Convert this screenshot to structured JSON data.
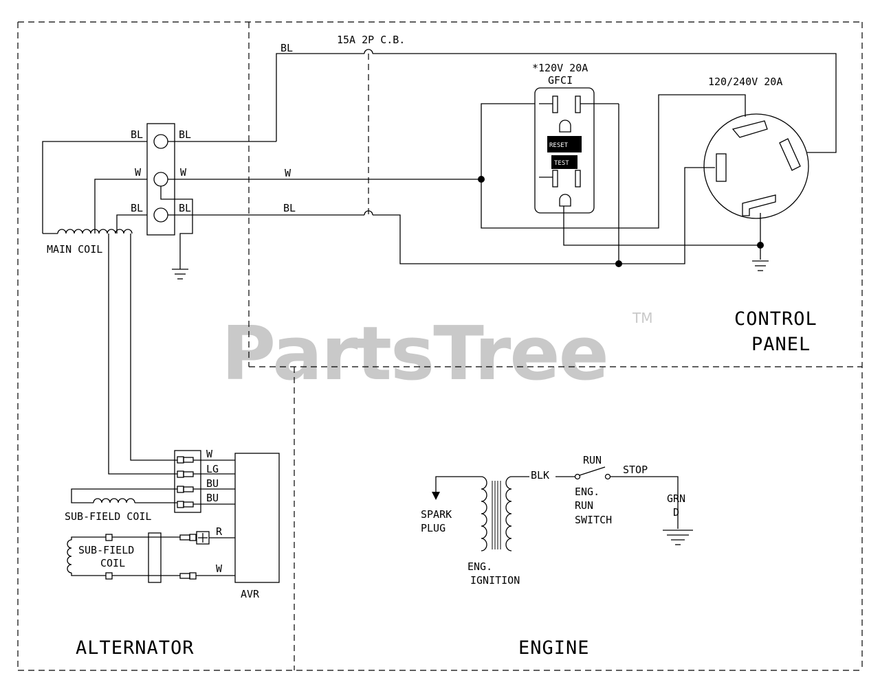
{
  "sections": {
    "alternator": "ALTERNATOR",
    "engine": "ENGINE",
    "control_panel_line1": "CONTROL",
    "control_panel_line2": "PANEL"
  },
  "watermark": {
    "text": "PartsTree",
    "trademark": "TM"
  },
  "terminal_block": {
    "left_labels": [
      "BL",
      "W",
      "BL"
    ],
    "right_labels": [
      "BL",
      "W",
      "BL"
    ]
  },
  "wires": {
    "top_bl": "BL",
    "mid_w": "W",
    "low_bl": "BL"
  },
  "components": {
    "main_coil": "MAIN COIL",
    "breaker": "15A 2P C.B.",
    "gfci_line1": "*120V 20A",
    "gfci_line2": "GFCI",
    "gfci_reset": "RESET",
    "gfci_test": "TEST",
    "twist_lock": "120/240V 20A",
    "sub_field_coil_1": "SUB-FIELD COIL",
    "sub_field_coil_2_line1": "SUB-FIELD",
    "sub_field_coil_2_line2": "COIL",
    "avr": "AVR",
    "avr_wires": [
      "W",
      "LG",
      "BU",
      "BU"
    ],
    "avr_lower_wires": [
      "R",
      "W"
    ],
    "spark_plug_line1": "SPARK",
    "spark_plug_line2": "PLUG",
    "ignition_line1": "ENG.",
    "ignition_line2": "IGNITION",
    "blk": "BLK",
    "run": "RUN",
    "stop": "STOP",
    "switch_line1": "ENG.",
    "switch_line2": "RUN",
    "switch_line3": "SWITCH",
    "grn_line1": "GRN",
    "grn_line2": "D"
  }
}
